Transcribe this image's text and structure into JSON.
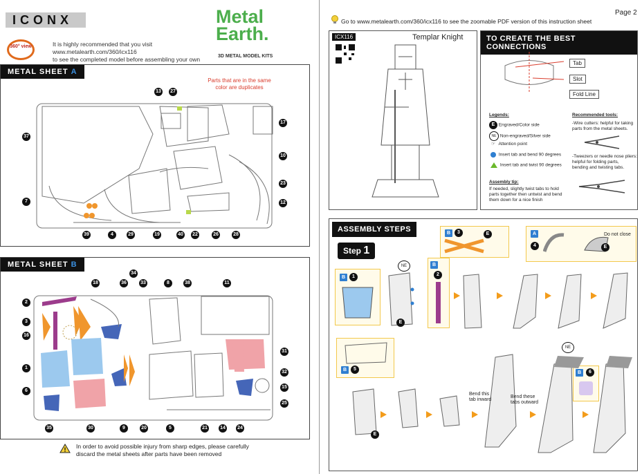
{
  "left_page": {
    "brand_tag": "ICONX",
    "badge": "360° view",
    "recommend_lines": [
      "It is highly recommended that you visit",
      "www.metalearth.com/360/icx116",
      "to see the completed model before assembling your own"
    ],
    "brand_line1": "Metal",
    "brand_line2": "Earth.",
    "brand_sub": "3D METAL MODEL KITS",
    "sheet_a": {
      "title_prefix": "METAL SHEET ",
      "title_letter": "A",
      "note": "Parts that are in the same color are duplicates",
      "part_numbers": [
        "13",
        "27",
        "17",
        "37",
        "10",
        "23",
        "7",
        "12",
        "39",
        "4",
        "29",
        "19",
        "40",
        "22",
        "26",
        "28"
      ]
    },
    "sheet_b": {
      "title_prefix": "METAL SHEET ",
      "title_letter": "B",
      "part_numbers": [
        "34",
        "18",
        "36",
        "33",
        "8",
        "38",
        "11",
        "2",
        "3",
        "16",
        "31",
        "1",
        "32",
        "6",
        "15",
        "25",
        "35",
        "30",
        "9",
        "20",
        "5",
        "21",
        "14",
        "24"
      ]
    },
    "warning": [
      "In order to avoid possible injury from sharp edges, please carefully",
      "discard the metal sheets after parts have been removed"
    ]
  },
  "right_page": {
    "page_label": "Page 2",
    "goto_text": "Go to www.metalearth.com/360/icx116 to see the zoomable PDF version of this instruction sheet",
    "model": {
      "code": "ICX116",
      "name": "Templar Knight"
    },
    "connections": {
      "title": "TO CREATE THE BEST CONNECTIONS",
      "labels": [
        "Tab",
        "Slot",
        "Fold Line"
      ],
      "legends_title": "Legends:",
      "legends": [
        {
          "key": "E",
          "text": "Engraved/Color side"
        },
        {
          "key": "NE",
          "text": "Non-engraved/Silver side"
        },
        {
          "key": "hand",
          "text": "Attention point"
        },
        {
          "key": "dot",
          "text": "Insert tab and bend 90 degrees"
        },
        {
          "key": "tri",
          "text": "Insert tab and twist 90 degrees"
        }
      ],
      "assembly_tip_title": "Assembly tip:",
      "assembly_tip": [
        "If needed, slightly twist tabs to hold",
        "parts together then untwist and bend",
        "them down for a nice finish"
      ],
      "tools_title": "Recommended tools:",
      "tools": [
        [
          "-Wire cutters: helpful for taking",
          "parts from the metal sheets."
        ],
        [
          "-Tweezers or needle nose pliers:",
          "helpful for folding parts,",
          "bending and twisting tabs."
        ]
      ]
    },
    "assembly": {
      "title": "ASSEMBLY STEPS",
      "step_word": "Step",
      "step_num": "1",
      "do_not_close": "Do not close",
      "bend_inward": [
        "Bend this",
        "tab inward"
      ],
      "bend_outward": [
        "Bend these",
        "tabs outward"
      ],
      "callouts": [
        {
          "sheet": "B",
          "part": "1"
        },
        {
          "sheet": "B",
          "part": "2"
        },
        {
          "sheet": "B",
          "part": "3"
        },
        {
          "sheet": "A",
          "part": "4"
        },
        {
          "sheet": "B",
          "part": "5"
        },
        {
          "sheet": "B",
          "part": "6"
        }
      ],
      "markers": [
        "NE",
        "E",
        "E",
        "E",
        "NE",
        "E"
      ]
    }
  },
  "colors": {
    "brand_green": "#4cae4c",
    "accent_blue": "#3b8fde",
    "part_blue": "#9cc9ee",
    "part_pink": "#f0a3a8",
    "part_orange": "#f0962d",
    "part_purple": "#9c3c8c",
    "part_navy": "#4566b8",
    "arrow_orange": "#f39c1b"
  }
}
